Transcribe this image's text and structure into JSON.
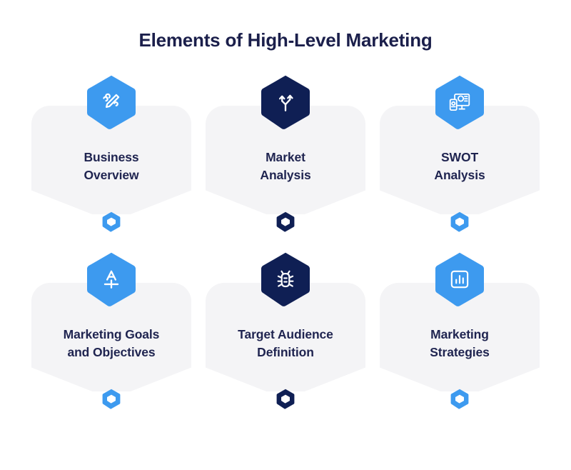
{
  "header": {
    "title": "Elements of High-Level Marketing"
  },
  "colors": {
    "blue": "#3d9aef",
    "navy": "#0f1f54",
    "card_bg": "#f4f4f6",
    "text": "#1f2450",
    "title_text": "#1b1f4b",
    "page_bg": "#ffffff"
  },
  "cards": [
    {
      "label": "Business Overview",
      "line1": "Business",
      "line2": "Overview",
      "icon": "pen-edit-icon",
      "accent": "#3d9aef",
      "marker": "hexagon-ring-icon",
      "marker_color": "#3d9aef"
    },
    {
      "label": "Market Analysis",
      "line1": "Market",
      "line2": "Analysis",
      "icon": "branching-arrows-icon",
      "accent": "#0f1f54",
      "marker": "hexagon-ring-icon",
      "marker_color": "#0f1f54"
    },
    {
      "label": "SWOT Analysis",
      "line1": "SWOT",
      "line2": "Analysis",
      "icon": "desktop-mobile-devices-icon",
      "accent": "#3d9aef",
      "marker": "hexagon-ring-icon",
      "marker_color": "#3d9aef"
    },
    {
      "label": "Marketing Goals and Objectives",
      "line1": "Marketing Goals",
      "line2": "and Objectives",
      "icon": "letter-a-target-icon",
      "accent": "#3d9aef",
      "marker": "hexagon-ring-icon",
      "marker_color": "#3d9aef"
    },
    {
      "label": "Target Audience Definition",
      "line1": "Target Audience",
      "line2": "Definition",
      "icon": "bug-icon",
      "accent": "#0f1f54",
      "marker": "hexagon-ring-icon",
      "marker_color": "#0f1f54"
    },
    {
      "label": "Marketing Strategies",
      "line1": "Marketing",
      "line2": "Strategies",
      "icon": "bar-chart-icon",
      "accent": "#3d9aef",
      "marker": "hexagon-ring-icon",
      "marker_color": "#3d9aef"
    }
  ]
}
